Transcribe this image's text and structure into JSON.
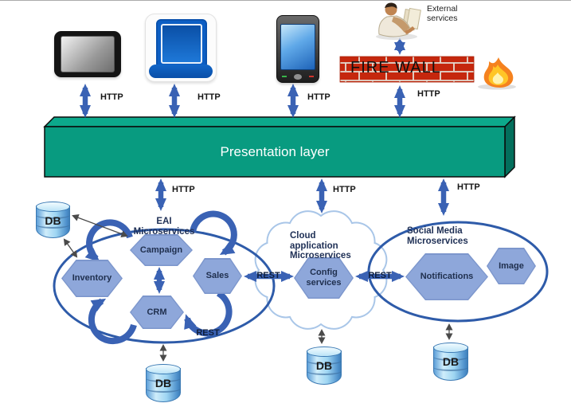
{
  "external": {
    "label": "External\nservices"
  },
  "firewall": {
    "label": "FIRE WALL"
  },
  "presentation": {
    "label": "Presentation layer"
  },
  "http_labels": [
    "HTTP",
    "HTTP",
    "HTTP",
    "HTTP",
    "HTTP",
    "HTTP",
    "HTTP"
  ],
  "groups": {
    "eai": {
      "title": "EAI Microservices",
      "services": [
        "Campaign",
        "Inventory",
        "Sales",
        "CRM"
      ],
      "rest_label": "REST"
    },
    "cloud": {
      "title": "Cloud application\nMicroservices",
      "services": [
        "Config\nservices"
      ]
    },
    "social": {
      "title": "Social Media\nMicroservices",
      "services": [
        "Notifications",
        "Image"
      ]
    }
  },
  "rest_links": [
    "REST",
    "REST"
  ],
  "databases": [
    "DB",
    "DB",
    "DB",
    "DB"
  ],
  "colors": {
    "arrow_blue": "#3a62b4",
    "presentation_green": "#089b80",
    "hexagon_blue": "#8ea7da",
    "ellipse_blue": "#2e5ba9",
    "cloud_outline": "#a9c6e8",
    "firewall_red": "#c5270d"
  }
}
